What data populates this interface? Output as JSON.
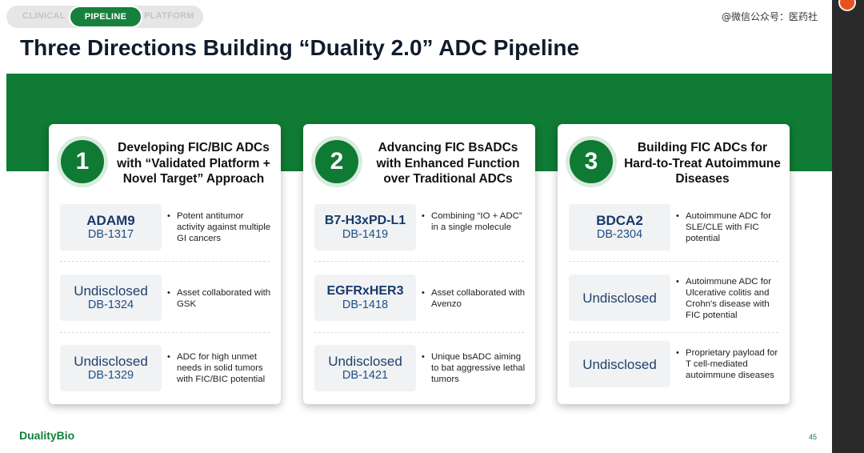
{
  "watermark": "@微信公众号：医药社",
  "tabs": {
    "clinical": "CLINICAL",
    "pipeline": "PIPELINE",
    "platform": "PLATFORM"
  },
  "title": "Three Directions Building “Duality 2.0” ADC Pipeline",
  "colors": {
    "brand_green": "#0f7b34",
    "title_navy": "#101c2c",
    "asset_blue": "#163a6b"
  },
  "directions": [
    {
      "number": "1",
      "title": "Developing FIC/BIC ADCs with “Validated Platform + Novel Target” Approach",
      "assets": [
        {
          "name": "ADAM9",
          "code": "DB-1317",
          "description": "Potent antitumor activity against multiple GI cancers"
        },
        {
          "name": "Undisclosed",
          "code": "DB-1324",
          "description": "Asset collaborated with GSK"
        },
        {
          "name": "Undisclosed",
          "code": "DB-1329",
          "description": "ADC for high unmet needs in solid tumors with FIC/BIC potential"
        }
      ]
    },
    {
      "number": "2",
      "title": "Advancing FIC BsADCs with Enhanced Function over Traditional ADCs",
      "assets": [
        {
          "name": "B7-H3xPD-L1",
          "code": "DB-1419",
          "description": "Combining “IO + ADC” in a single molecule"
        },
        {
          "name": "EGFRxHER3",
          "code": "DB-1418",
          "description": "Asset collaborated with Avenzo"
        },
        {
          "name": "Undisclosed",
          "code": "DB-1421",
          "description": "Unique bsADC aiming to bat aggressive lethal tumors"
        }
      ]
    },
    {
      "number": "3",
      "title": "Building FIC ADCs for Hard-to-Treat Autoimmune Diseases",
      "assets": [
        {
          "name": "BDCA2",
          "code": "DB-2304",
          "description": "Autoimmune ADC for SLE/CLE with FIC potential"
        },
        {
          "name": "Undisclosed",
          "code": "",
          "description": "Autoimmune ADC for Ulcerative colitis and Crohn's disease with FIC potential"
        },
        {
          "name": "Undisclosed",
          "code": "",
          "description": "Proprietary payload for T cell-mediated autoimmune diseases"
        }
      ]
    }
  ],
  "footer": {
    "logo": "DualityBio",
    "page": "45"
  }
}
